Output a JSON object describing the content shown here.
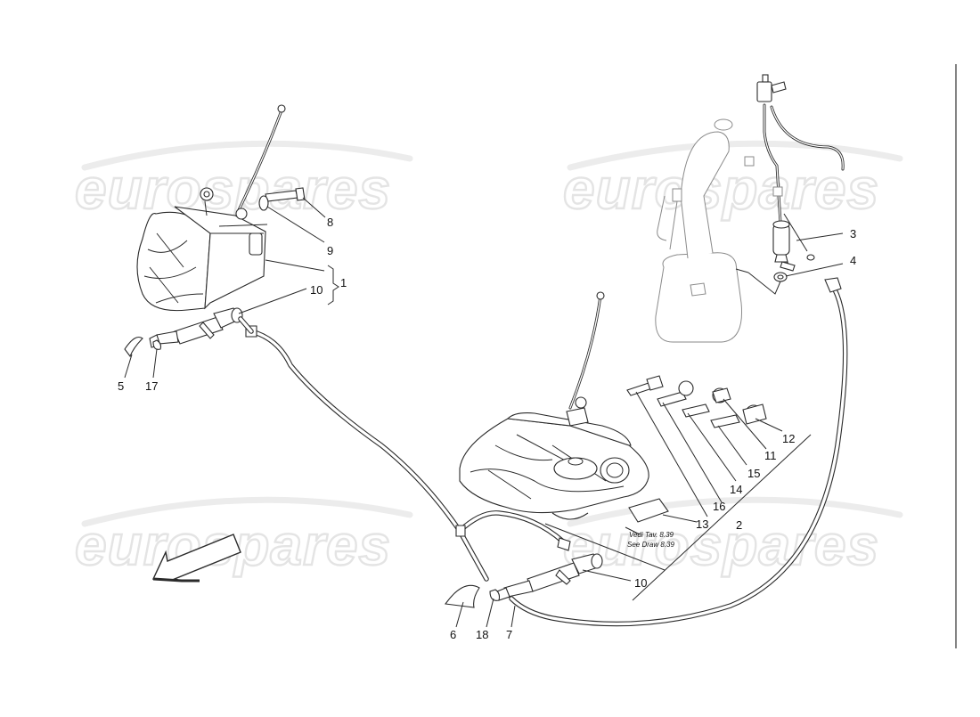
{
  "watermark": {
    "text": "eurospares"
  },
  "callouts": [
    {
      "id": "c1",
      "label": "1"
    },
    {
      "id": "c2",
      "label": "2"
    },
    {
      "id": "c3",
      "label": "3"
    },
    {
      "id": "c4",
      "label": "4"
    },
    {
      "id": "c5",
      "label": "5"
    },
    {
      "id": "c6",
      "label": "6"
    },
    {
      "id": "c7",
      "label": "7"
    },
    {
      "id": "c8",
      "label": "8"
    },
    {
      "id": "c9",
      "label": "9"
    },
    {
      "id": "c10a",
      "label": "10"
    },
    {
      "id": "c10b",
      "label": "10"
    },
    {
      "id": "c11",
      "label": "11"
    },
    {
      "id": "c12",
      "label": "12"
    },
    {
      "id": "c13",
      "label": "13"
    },
    {
      "id": "c14",
      "label": "14"
    },
    {
      "id": "c15",
      "label": "15"
    },
    {
      "id": "c16",
      "label": "16"
    },
    {
      "id": "c17",
      "label": "17"
    },
    {
      "id": "c18",
      "label": "18"
    }
  ],
  "reference_note": {
    "line1": "Vedi Tav. 8.39",
    "line2": "See Draw 8.39"
  },
  "orientation_arrow": {
    "icon": "direction-arrow-icon"
  }
}
